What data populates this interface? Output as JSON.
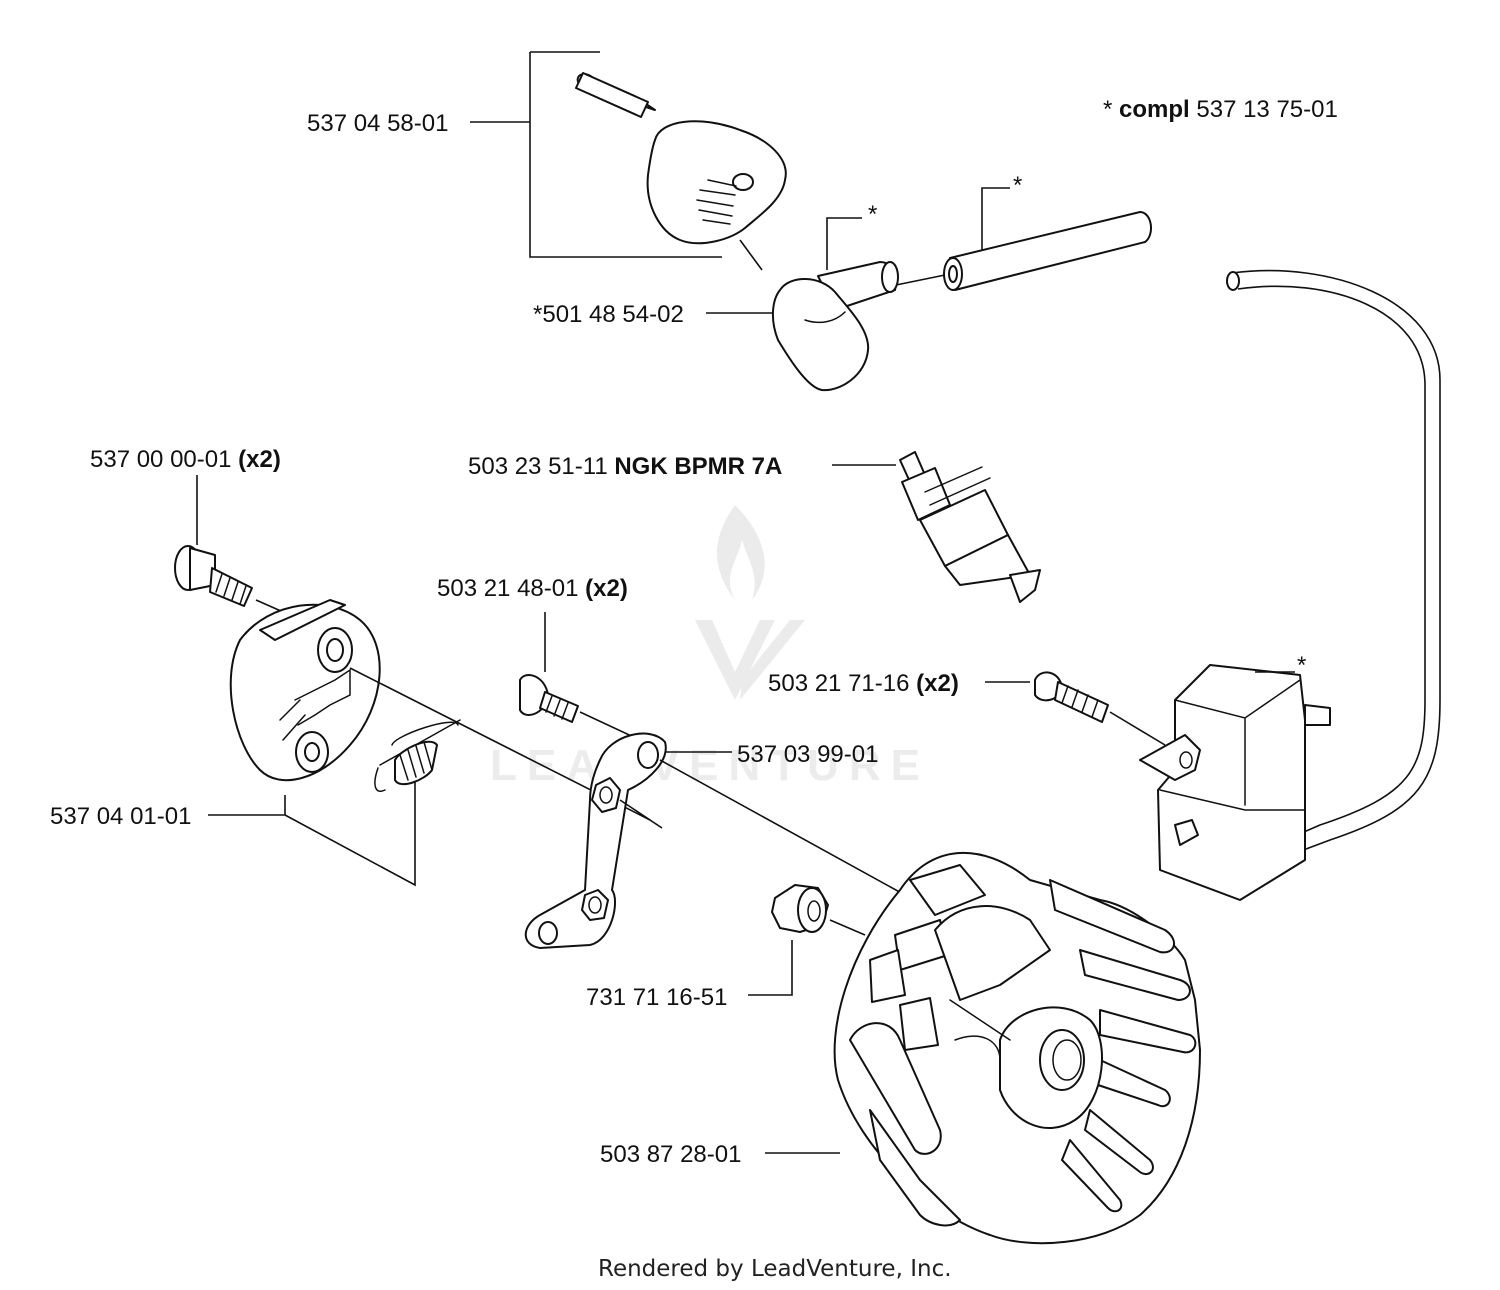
{
  "diagram": {
    "kit_note": {
      "prefix": "* ",
      "bold": "compl",
      "number": " 537 13 75-01"
    },
    "callouts": [
      {
        "id": "cap",
        "number": "537 04 58-01",
        "qty": ""
      },
      {
        "id": "boot",
        "number": "*501 48 54-02",
        "qty": ""
      },
      {
        "id": "plug",
        "number": "503 23 51-11 ",
        "qty": "NGK BPMR 7A"
      },
      {
        "id": "bolt",
        "number": "537 00 00-01 ",
        "qty": "(x2)"
      },
      {
        "id": "screw",
        "number": "503 21 48-01 ",
        "qty": "(x2)"
      },
      {
        "id": "coilscrew",
        "number": "503 21 71-16 ",
        "qty": "(x2)"
      },
      {
        "id": "pawl",
        "number": "537 03 99-01",
        "qty": ""
      },
      {
        "id": "clutch",
        "number": "537 04 01-01",
        "qty": ""
      },
      {
        "id": "nut",
        "number": "731 71 16-51",
        "qty": ""
      },
      {
        "id": "flywheel",
        "number": "503 87 28-01",
        "qty": ""
      }
    ],
    "asterisk": "*",
    "watermark": "LEADVENTURE",
    "footer": "Rendered by LeadVenture, Inc."
  }
}
